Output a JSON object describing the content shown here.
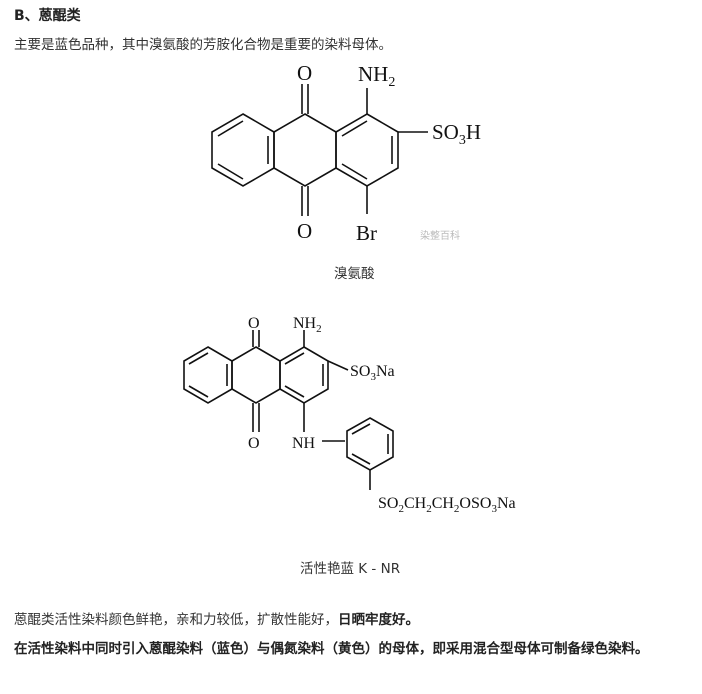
{
  "heading": "B、蒽醌类",
  "intro": "主要是蓝色品种，其中溴氨酸的芳胺化合物是重要的染料母体。",
  "structure1": {
    "caption": "溴氨酸",
    "labels": {
      "o_top": "O",
      "o_bottom": "O",
      "nh2": [
        "NH",
        "2"
      ],
      "so3h": [
        "SO",
        "3",
        "H"
      ],
      "br": "Br"
    },
    "watermark": "染整百科"
  },
  "structure2": {
    "caption": "活性艳蓝 K - NR",
    "labels": {
      "o_top": "O",
      "o_bottom": "O",
      "nh2": [
        "NH",
        "2"
      ],
      "so3na": [
        "SO",
        "3",
        "Na"
      ],
      "nh": "NH",
      "chain": [
        "SO",
        "2",
        "CH",
        "2",
        "CH",
        "2",
        "OSO",
        "3",
        "Na"
      ]
    }
  },
  "para1": {
    "normal": "蒽醌类活性染料颜色鲜艳，亲和力较低，扩散性能好，",
    "bold": "日晒牢度好。"
  },
  "para2": "在活性染料中同时引入蒽醌染料（蓝色）与偶氮染料（黄色）的母体，即采用混合型母体可制备绿色染料。"
}
